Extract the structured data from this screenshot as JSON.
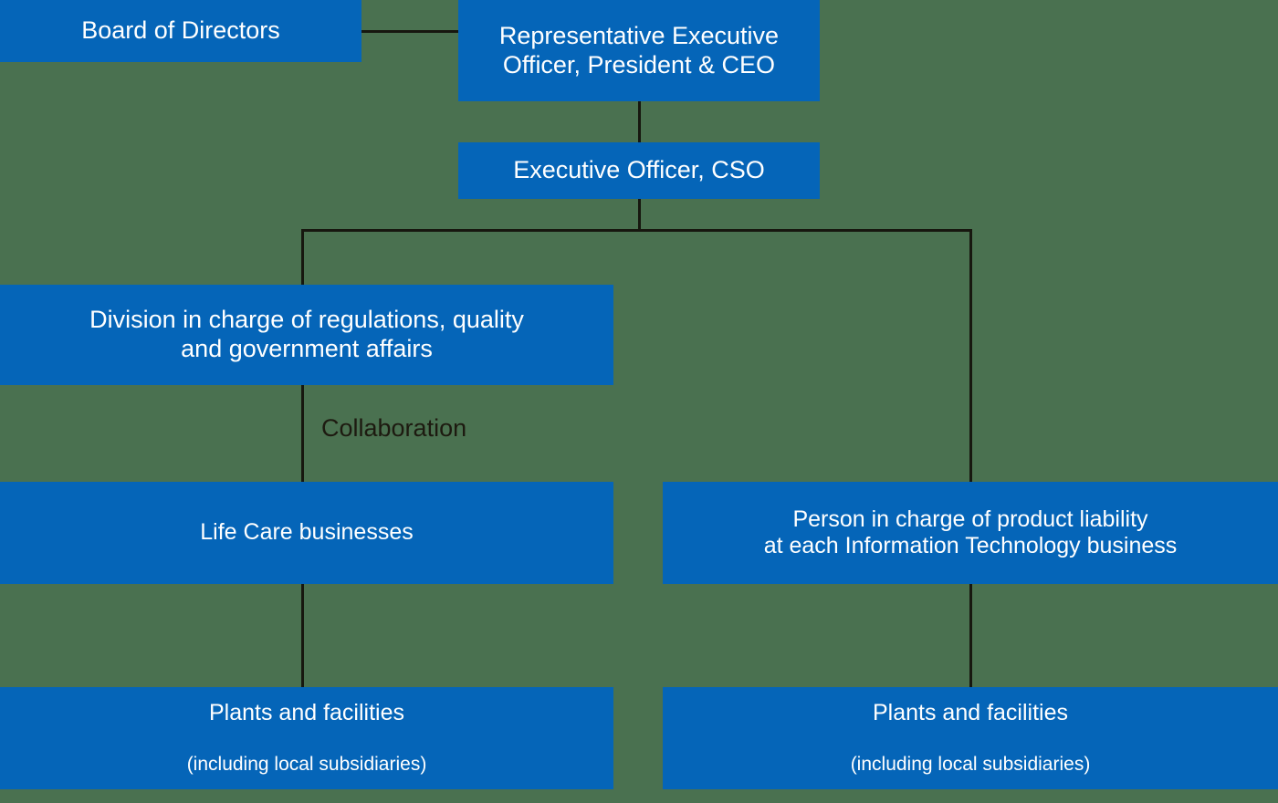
{
  "diagram": {
    "title": "Product liability / quality management organization chart",
    "background_color": "#4a7150",
    "node_color": "#0565b8",
    "node_text_color": "#ffffff",
    "connector_color": "#17170f",
    "note_text_color": "#1d1a10"
  },
  "nodes": {
    "board": {
      "label": "Board of Directors"
    },
    "ceo": {
      "label": "Representative Executive\nOfficer, President & CEO"
    },
    "cso": {
      "label": "Executive Officer, CSO"
    },
    "division": {
      "label": "Division in charge of regulations, quality\nand government affairs"
    },
    "life_care": {
      "label": "Life Care businesses"
    },
    "product_liability": {
      "label": "Person in charge of product liability\nat each Information Technology business"
    },
    "plants_left": {
      "label_main": "Plants and facilities",
      "label_sub": "(including local subsidiaries)"
    },
    "plants_right": {
      "label_main": "Plants and facilities",
      "label_sub": "(including local subsidiaries)"
    }
  },
  "annotations": {
    "collaboration": {
      "label": "Collaboration"
    }
  },
  "edges": [
    {
      "from": "board",
      "to": "ceo",
      "type": "horizontal"
    },
    {
      "from": "ceo",
      "to": "cso",
      "type": "vertical"
    },
    {
      "from": "cso",
      "to": "bus",
      "type": "vertical"
    },
    {
      "from": "bus",
      "to": "division",
      "type": "vertical-left"
    },
    {
      "from": "bus",
      "to": "product_liability",
      "type": "vertical-right"
    },
    {
      "from": "division",
      "to": "life_care",
      "type": "vertical"
    },
    {
      "from": "life_care",
      "to": "plants_left",
      "type": "vertical"
    },
    {
      "from": "product_liability",
      "to": "plants_right",
      "type": "vertical"
    }
  ]
}
